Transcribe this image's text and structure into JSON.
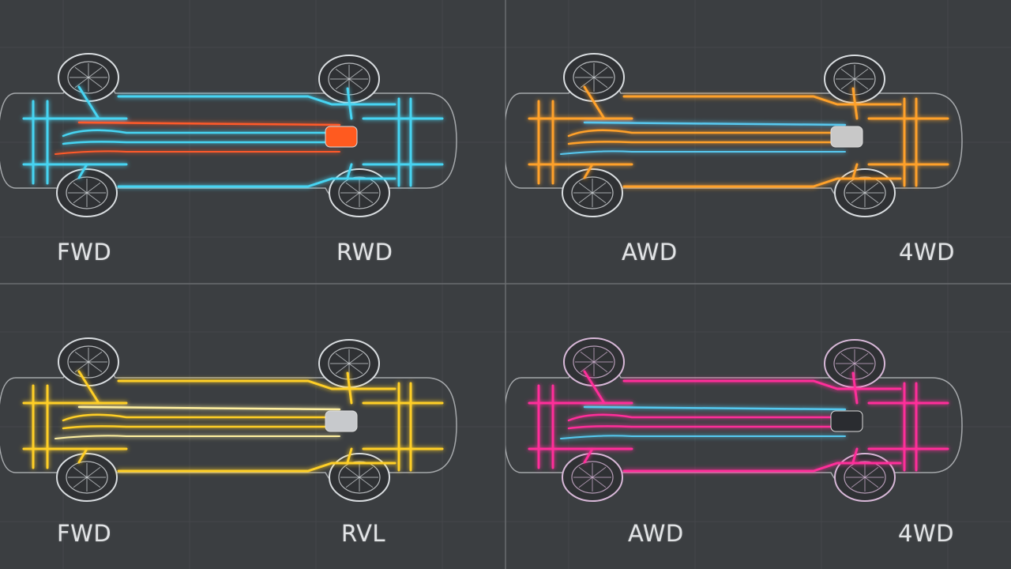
{
  "panels": [
    {
      "id": "top-left",
      "accent": "#46d4f2",
      "secondary": "#ff5a2a",
      "diff": "#ff5a1f",
      "labels": {
        "left": "FWD",
        "right": "RWD"
      },
      "wheels_tint": "#d9dde0"
    },
    {
      "id": "top-right",
      "accent": "#ffa12a",
      "secondary": "#58c8ef",
      "diff": "#c8c8c8",
      "labels": {
        "left": "AWD",
        "right": "4WD"
      },
      "wheels_tint": "#d9dde0"
    },
    {
      "id": "bottom-left",
      "accent": "#ffcf26",
      "secondary": "#fff0a0",
      "diff": "#c7c9cc",
      "labels": {
        "left": "FWD",
        "right": "RVL"
      },
      "wheels_tint": "#d9dde0"
    },
    {
      "id": "bottom-right",
      "accent": "#ff2e9a",
      "secondary": "#55c9f0",
      "diff": "#2a2c30",
      "labels": {
        "left": "AWD",
        "right": "4WD"
      },
      "wheels_tint": "#d8b8d8"
    }
  ],
  "colors": {
    "background": "#3b3e41",
    "divider": "#6a6d70",
    "label": "#e2e4e6"
  }
}
